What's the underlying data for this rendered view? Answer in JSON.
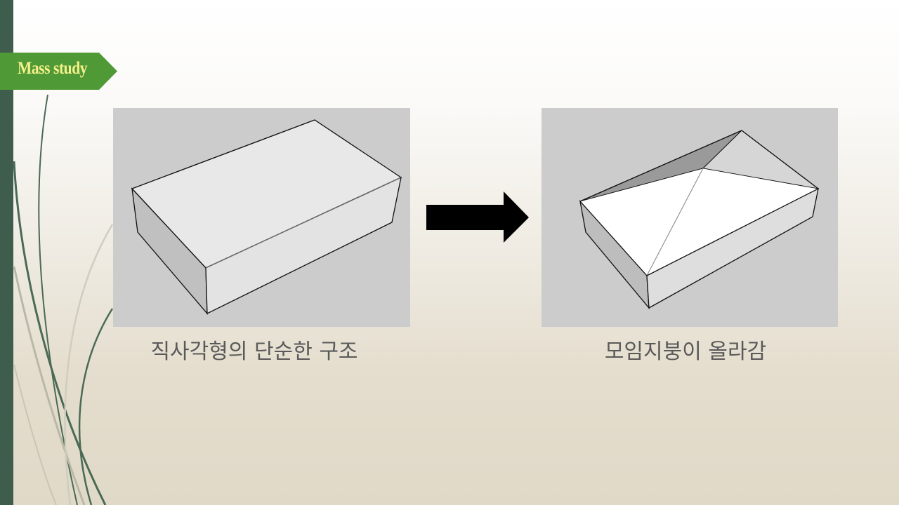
{
  "slide": {
    "section_tag": "Mass study",
    "left_caption": "직사각형의 단순한 구조",
    "right_caption": "모임지붕이 올라감"
  },
  "colors": {
    "sidebar": "#3e5d4d",
    "tag_fill": "#4f9a36",
    "tag_text": "#f6f08a",
    "panel_bg": "#cccccc",
    "caption_text": "#595959",
    "arrow": "#000000"
  },
  "icons": {
    "arrow": "right-arrow-icon",
    "left_figure": "rectangular-box-figure",
    "right_figure": "hip-roof-figure"
  }
}
